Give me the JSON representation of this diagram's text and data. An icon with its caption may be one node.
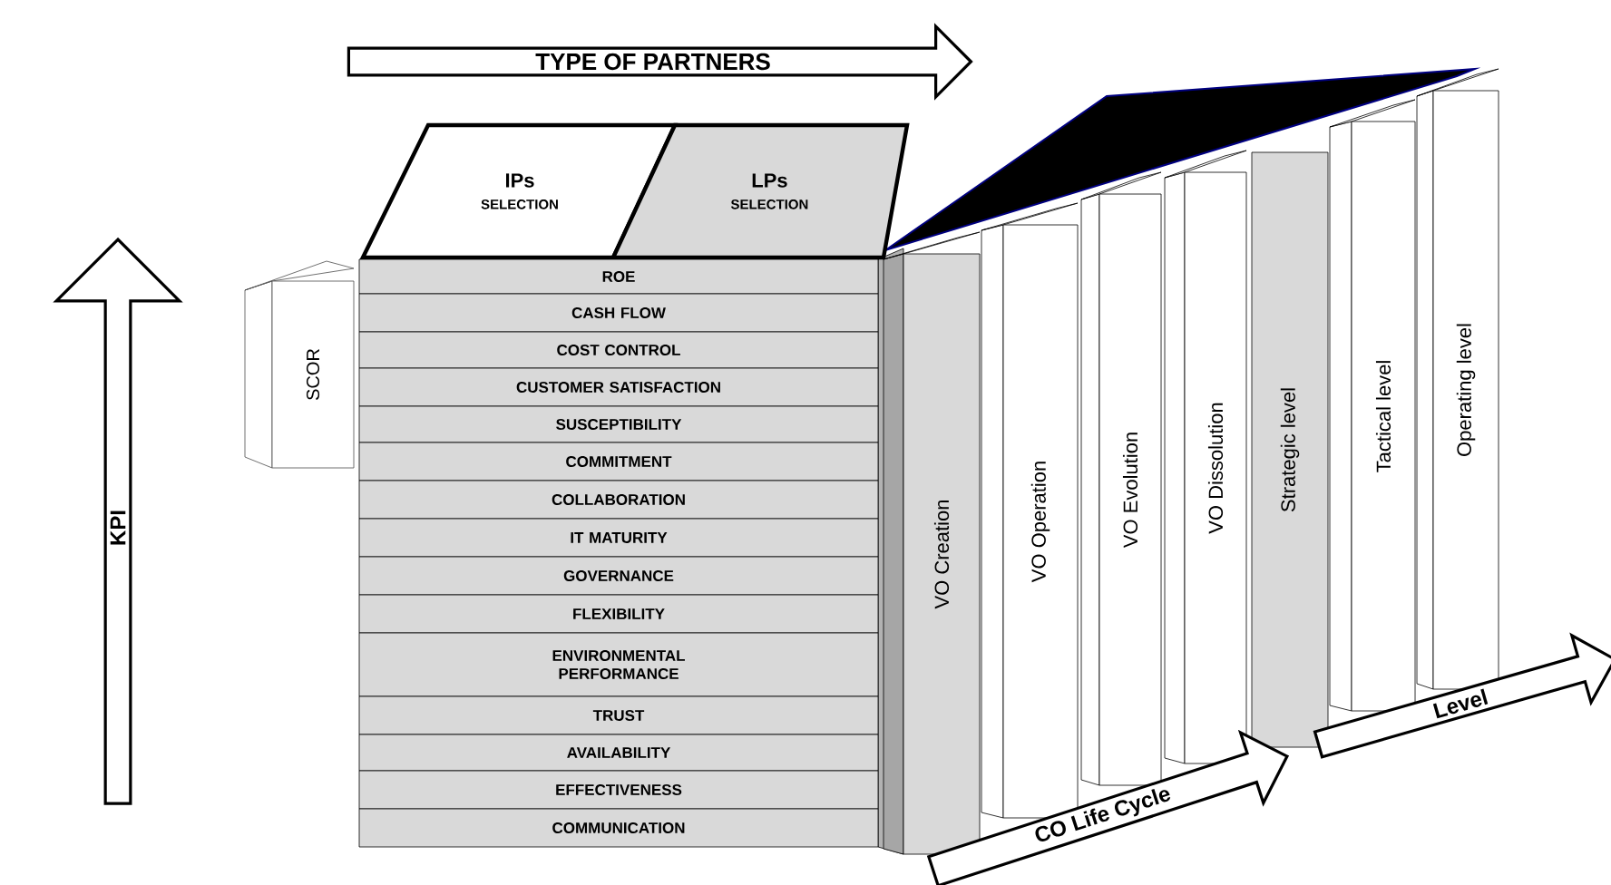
{
  "diagram": {
    "nodes": [
      {
        "text": [
          "TYPE OF PARTNERS"
        ]
      },
      {
        "text": [
          "IPs",
          "SELECTION"
        ]
      },
      {
        "text": [
          "LPs",
          "SELECTION"
        ]
      },
      {
        "text": [
          "KPI"
        ]
      },
      {
        "text": [
          "SCOR"
        ]
      },
      {
        "text": [
          "ROE"
        ]
      },
      {
        "text": [
          "CASH FLOW"
        ]
      },
      {
        "text": [
          "COST CONTROL"
        ]
      },
      {
        "text": [
          "CUSTOMER SATISFACTION"
        ]
      },
      {
        "text": [
          "SUSCEPTIBILITY"
        ]
      },
      {
        "text": [
          "COMMITMENT"
        ]
      },
      {
        "text": [
          "COLLABORATION"
        ]
      },
      {
        "text": [
          "IT MATURITY"
        ]
      },
      {
        "text": [
          "GOVERNANCE"
        ]
      },
      {
        "text": [
          "FLEXIBILITY"
        ]
      },
      {
        "text": [
          "ENVIRONMENTAL PERFORMANCE"
        ]
      },
      {
        "text": [
          "TRUST"
        ]
      },
      {
        "text": [
          "AVAILABILITY"
        ]
      },
      {
        "text": [
          "EFFECTIVENESS"
        ]
      },
      {
        "text": [
          "COMMUNICATION"
        ]
      },
      {
        "text": [
          "VO Creation"
        ]
      },
      {
        "text": [
          "VO Operation"
        ]
      },
      {
        "text": [
          "VO Evolution"
        ]
      },
      {
        "text": [
          "VO Dissolution"
        ]
      },
      {
        "text": [
          "Strategic level"
        ]
      },
      {
        "text": [
          "Tactical level"
        ]
      },
      {
        "text": [
          "Operating level"
        ]
      },
      {
        "text": [
          "CO Life Cycle"
        ]
      },
      {
        "text": [
          "Level"
        ]
      }
    ]
  }
}
